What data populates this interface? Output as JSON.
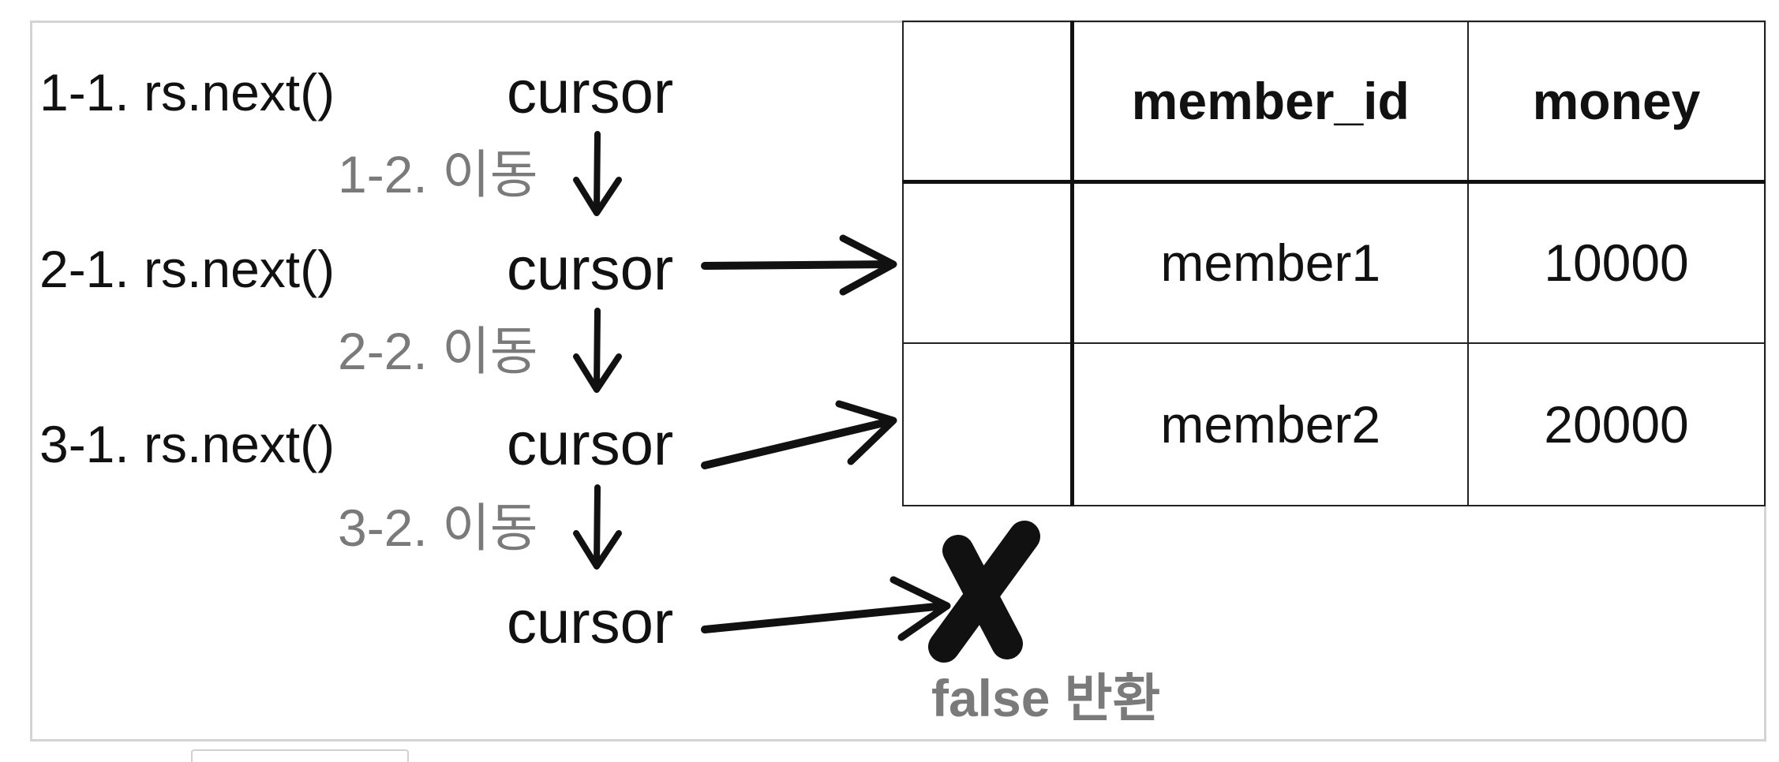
{
  "steps": [
    {
      "next": "1-1. rs.next()",
      "move": "1-2. 이동"
    },
    {
      "next": "2-1. rs.next()",
      "move": "2-2. 이동"
    },
    {
      "next": "3-1. rs.next()",
      "move": "3-2. 이동"
    }
  ],
  "cursor_label": "cursor",
  "table": {
    "headers": [
      "",
      "member_id",
      "money"
    ],
    "rows": [
      [
        "",
        "member1",
        "10000"
      ],
      [
        "",
        "member2",
        "20000"
      ]
    ]
  },
  "result": {
    "text": "false 반환",
    "icon": "cross-mark-icon"
  },
  "colors": {
    "text": "#111111",
    "step_text": "#7a7a7a",
    "border": "#d4d4d4"
  }
}
